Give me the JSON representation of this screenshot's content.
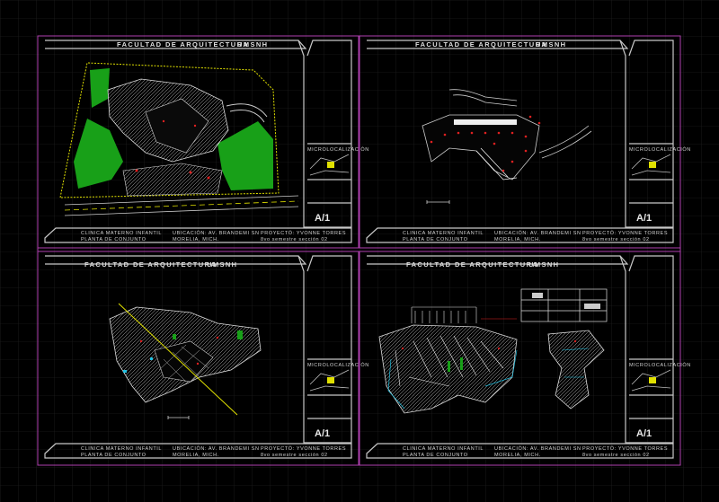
{
  "colors": {
    "background": "#000000",
    "sheet_border": "#b040b0",
    "grid": "#2a2a2a",
    "frame": "#c8c8c8",
    "green": "#18a018",
    "yellow": "#e0e000",
    "red": "#e02020",
    "cyan": "#20c0e0"
  },
  "sheets": [
    {
      "header": "FACULTAD DE ARQUITECTURA",
      "school": "UMSNH",
      "project_line1": "CLINICA MATERNO INFANTIL",
      "project_line2": "PLANTA DE CONJUNTO",
      "location_line1": "UBICACIÓN: AV. BRANDEMI SN",
      "location_line2": "MORELIA, MICH.",
      "author_line1": "PROYECTÓ: YVONNE TORRES",
      "author_line2": "8vo semestre sección 02",
      "micro_label": "MICROLOCALIZACIÓN",
      "sheet_number": "A/1"
    },
    {
      "header": "FACULTAD DE ARQUITECTURA",
      "school": "UMSNH",
      "project_line1": "CLINICA MATERNO INFANTIL",
      "project_line2": "PLANTA DE CONJUNTO",
      "location_line1": "UBICACIÓN: AV. BRANDEMI SN",
      "location_line2": "MORELIA, MICH.",
      "author_line1": "PROYECTÓ: YVONNE TORRES",
      "author_line2": "8vo semestre sección 02",
      "micro_label": "MICROLOCALIZACIÓN",
      "sheet_number": "A/1"
    },
    {
      "header": "FACULTAD DE ARQUITECTURA",
      "school": "UMSNH",
      "project_line1": "CLINICA MATERNO INFANTIL",
      "project_line2": "PLANTA DE CONJUNTO",
      "location_line1": "UBICACIÓN: AV. BRANDEMI SN",
      "location_line2": "MORELIA, MICH.",
      "author_line1": "PROYECTÓ: YVONNE TORRES",
      "author_line2": "8vo semestre sección 02",
      "micro_label": "MICROLOCALIZACIÓN",
      "sheet_number": "A/1"
    },
    {
      "header": "FACULTAD DE ARQUITECTURA",
      "school": "UMSNH",
      "project_line1": "CLINICA MATERNO INFANTIL",
      "project_line2": "PLANTA DE CONJUNTO",
      "location_line1": "UBICACIÓN: AV. BRANDEMI SN",
      "location_line2": "MORELIA, MICH.",
      "author_line1": "PROYECTÓ: YVONNE TORRES",
      "author_line2": "8vo semestre sección 02",
      "micro_label": "MICROLOCALIZACIÓN",
      "sheet_number": "A/1"
    }
  ]
}
